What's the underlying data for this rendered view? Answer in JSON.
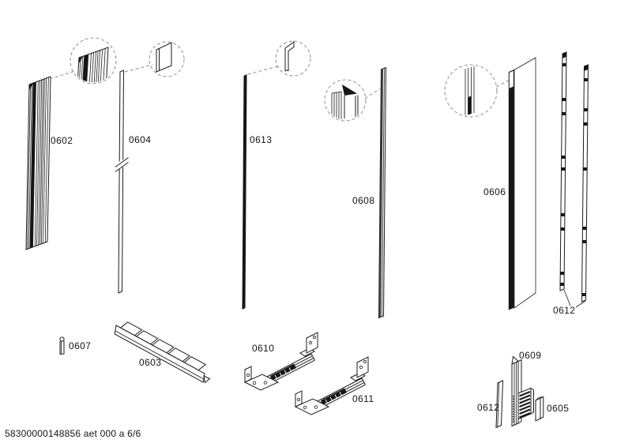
{
  "document": {
    "type": "appliance-spare-parts-exploded-diagram",
    "page_background": "#ffffff",
    "line_color": "#1c1c1c",
    "callout_circle_color": "#8f8f8f"
  },
  "footer": {
    "doc_number": "58300000148856 aet 000 a 6/6"
  },
  "labels": {
    "p0602": "0602",
    "p0603": "0603",
    "p0604": "0604",
    "p0605": "0605",
    "p0606": "0606",
    "p0607": "0607",
    "p0608": "0608",
    "p0609": "0609",
    "p0610": "0610",
    "p0611": "0611",
    "p0612_right": "0612",
    "p0612_bottom": "0612",
    "p0613": "0613"
  }
}
